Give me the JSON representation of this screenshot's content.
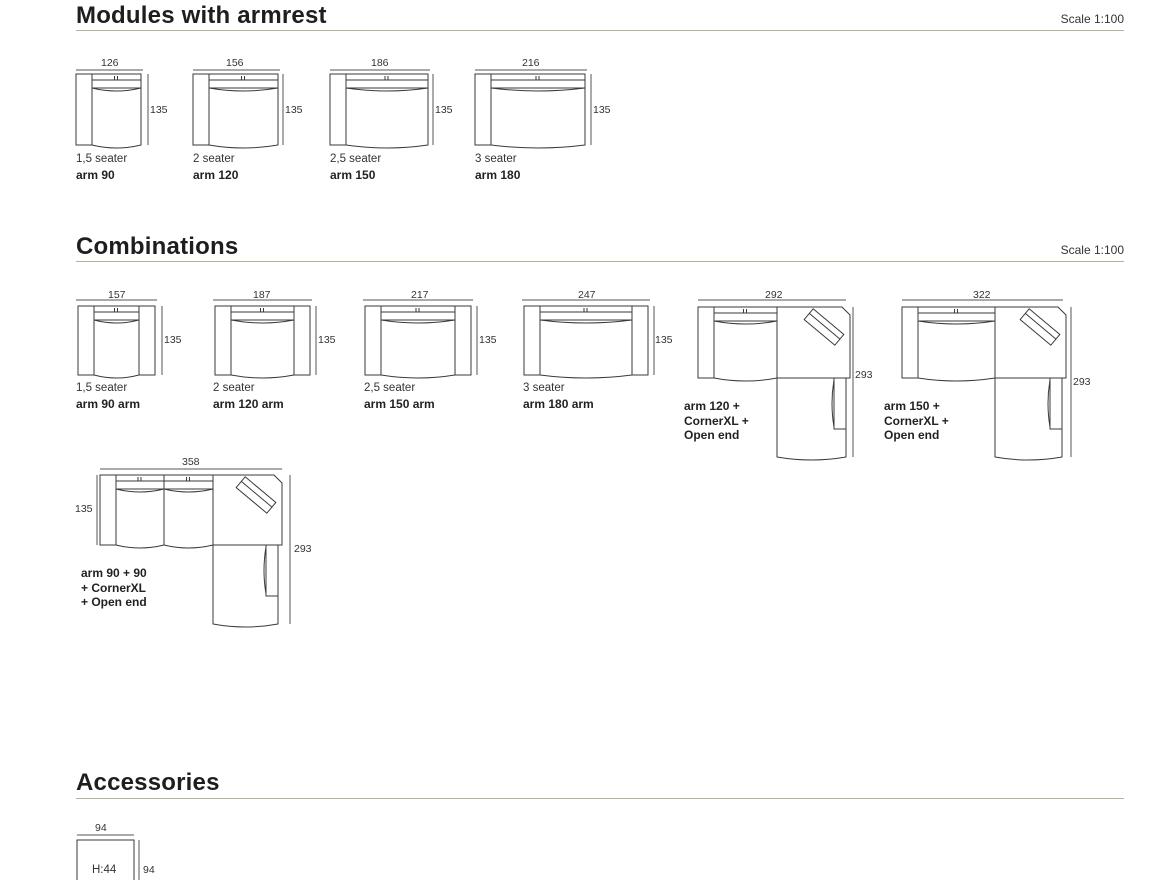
{
  "sections": {
    "modules": {
      "title": "Modules with armrest",
      "scale": "Scale 1:100"
    },
    "combinations": {
      "title": "Combinations",
      "scale": "Scale 1:100"
    },
    "accessories": {
      "title": "Accessories"
    }
  },
  "modules": [
    {
      "width": "126",
      "depth": "135",
      "type": "1,5 seater",
      "name": "arm 90"
    },
    {
      "width": "156",
      "depth": "135",
      "type": "2 seater",
      "name": "arm 120"
    },
    {
      "width": "186",
      "depth": "135",
      "type": "2,5 seater",
      "name": "arm 150"
    },
    {
      "width": "216",
      "depth": "135",
      "type": "3 seater",
      "name": "arm 180"
    }
  ],
  "combinations": [
    {
      "width": "157",
      "depth": "135",
      "type": "1,5 seater",
      "name": "arm 90 arm"
    },
    {
      "width": "187",
      "depth": "135",
      "type": "2 seater",
      "name": "arm 120 arm"
    },
    {
      "width": "217",
      "depth": "135",
      "type": "2,5 seater",
      "name": "arm 150 arm"
    },
    {
      "width": "247",
      "depth": "135",
      "type": "3 seater",
      "name": "arm 180 arm"
    },
    {
      "width": "292",
      "depth": "293",
      "name_lines": [
        "arm 120 +",
        "CornerXL +",
        "Open end"
      ]
    },
    {
      "width": "322",
      "depth": "293",
      "name_lines": [
        "arm 150 +",
        "CornerXL +",
        "Open end"
      ]
    },
    {
      "width": "358",
      "depth_left": "135",
      "depth": "293",
      "name_lines": [
        "arm 90 + 90",
        "+ CornerXL",
        "+ Open end"
      ]
    }
  ],
  "accessories": [
    {
      "width": "94",
      "depth": "94",
      "height_label": "H:44"
    }
  ]
}
